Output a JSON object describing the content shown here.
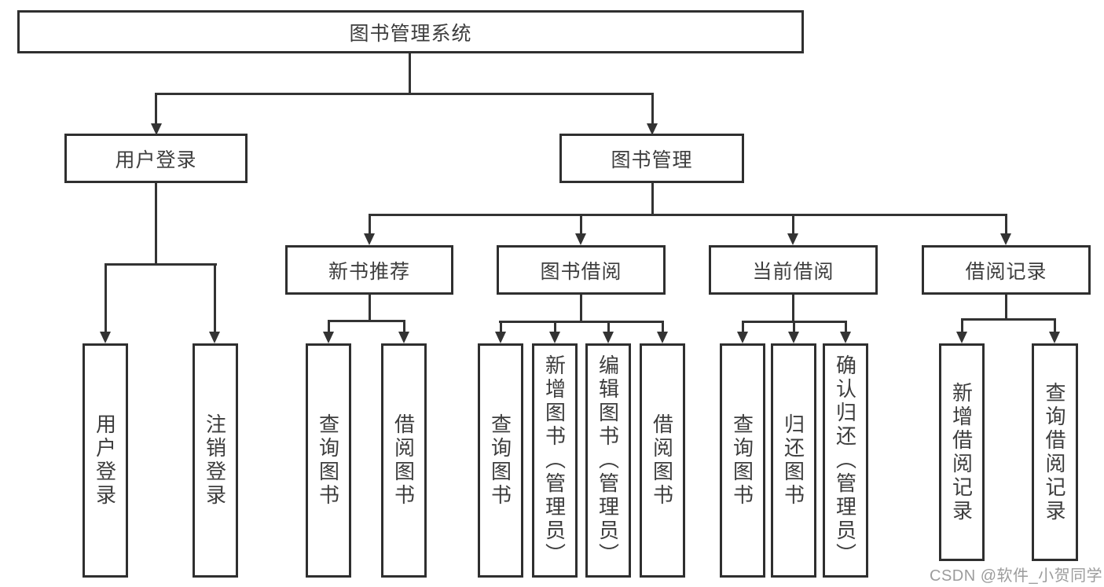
{
  "diagram": {
    "root": {
      "label": "图书管理系统"
    },
    "branches": [
      {
        "label": "用户登录",
        "children": [
          {
            "label": "用户登录"
          },
          {
            "label": "注销登录"
          }
        ]
      },
      {
        "label": "图书管理",
        "children": [
          {
            "label": "新书推荐",
            "children": [
              {
                "label": "查询图书"
              },
              {
                "label": "借阅图书"
              }
            ]
          },
          {
            "label": "图书借阅",
            "children": [
              {
                "label": "查询图书"
              },
              {
                "label": "新增图书（管理员）"
              },
              {
                "label": "编辑图书（管理员）"
              },
              {
                "label": "借阅图书"
              }
            ]
          },
          {
            "label": "当前借阅",
            "children": [
              {
                "label": "查询图书"
              },
              {
                "label": "归还图书"
              },
              {
                "label": "确认归还（管理员）"
              }
            ]
          },
          {
            "label": "借阅记录",
            "children": [
              {
                "label": "新增借阅记录"
              },
              {
                "label": "查询借阅记录"
              }
            ]
          }
        ]
      }
    ]
  },
  "watermark": {
    "text": "CSDN @软件_小贺同学"
  },
  "colors": {
    "line": "#333333",
    "box_border": "#2f2f2f",
    "text": "#3d3d3d",
    "background": "#ffffff",
    "watermark": "#9c9c9c"
  }
}
